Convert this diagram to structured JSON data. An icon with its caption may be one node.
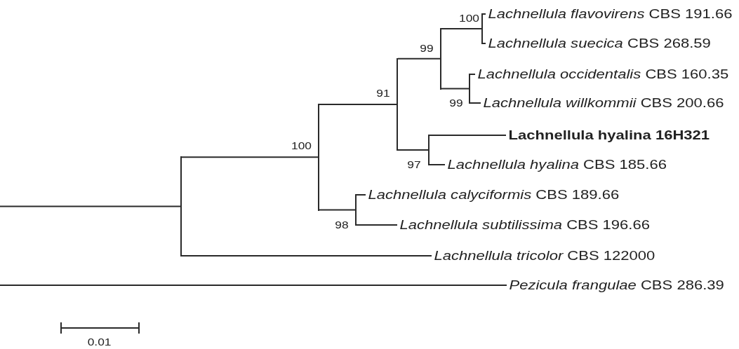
{
  "diagram": {
    "nodes": [
      {
        "text": [
          "*Lachnellula flavovirens* CBS 191.66"
        ]
      },
      {
        "text": [
          "*Lachnellula suecica* CBS 268.59"
        ]
      },
      {
        "text": [
          "*Lachnellula occidentalis* CBS 160.35"
        ]
      },
      {
        "text": [
          "*Lachnellula willkommii* CBS 200.66"
        ]
      },
      {
        "text": [
          "Lachnellula hyalina 16H321"
        ]
      },
      {
        "text": [
          "*Lachnellula hyalina* CBS 185.66"
        ]
      },
      {
        "text": [
          "*Lachnellula calyciformis* CBS 189.66"
        ]
      },
      {
        "text": [
          "*Lachnellula subtilissima* CBS 196.66"
        ]
      },
      {
        "text": [
          "*Lachnellula tricolor* CBS 122000"
        ]
      },
      {
        "text": [
          "*Pezicula frangulae* CBS 286.39"
        ]
      },
      {
        "text": [],
        "shape": "bar",
        "beside": [
          "100"
        ]
      },
      {
        "text": [],
        "shape": "bar",
        "beside": [
          "99"
        ]
      },
      {
        "text": [],
        "shape": "bar",
        "beside": [
          "99"
        ]
      },
      {
        "text": [],
        "shape": "bar",
        "beside": [
          "91"
        ]
      },
      {
        "text": [],
        "shape": "bar",
        "beside": [
          "97"
        ]
      },
      {
        "text": [],
        "shape": "bar",
        "beside": [
          "100"
        ]
      },
      {
        "text": [],
        "shape": "bar",
        "beside": [
          "98"
        ]
      },
      {
        "text": [],
        "shape": "bar"
      }
    ],
    "edges": [
      {
        "from": null,
        "to": 17,
        "arrow": "none"
      },
      {
        "from": 17,
        "to": 15,
        "arrow": "none"
      },
      {
        "from": 15,
        "to": 13,
        "arrow": "none"
      },
      {
        "from": 13,
        "to": 11,
        "arrow": "none"
      },
      {
        "from": 11,
        "to": 10,
        "arrow": "none"
      },
      {
        "from": 10,
        "to": 0,
        "arrow": "none"
      },
      {
        "from": 10,
        "to": 1,
        "arrow": "none"
      },
      {
        "from": 11,
        "to": 12,
        "arrow": "none"
      },
      {
        "from": 12,
        "to": 2,
        "arrow": "none"
      },
      {
        "from": 12,
        "to": 3,
        "arrow": "none"
      },
      {
        "from": 13,
        "to": 14,
        "arrow": "none"
      },
      {
        "from": 14,
        "to": 4,
        "arrow": "none"
      },
      {
        "from": 14,
        "to": 5,
        "arrow": "none"
      },
      {
        "from": 15,
        "to": 16,
        "arrow": "none"
      },
      {
        "from": 16,
        "to": 6,
        "arrow": "none"
      },
      {
        "from": 16,
        "to": 7,
        "arrow": "none"
      },
      {
        "from": 17,
        "to": 8,
        "arrow": "none"
      },
      {
        "from": null,
        "to": 9,
        "arrow": "none"
      }
    ],
    "labels": [
      "0.01"
    ]
  }
}
